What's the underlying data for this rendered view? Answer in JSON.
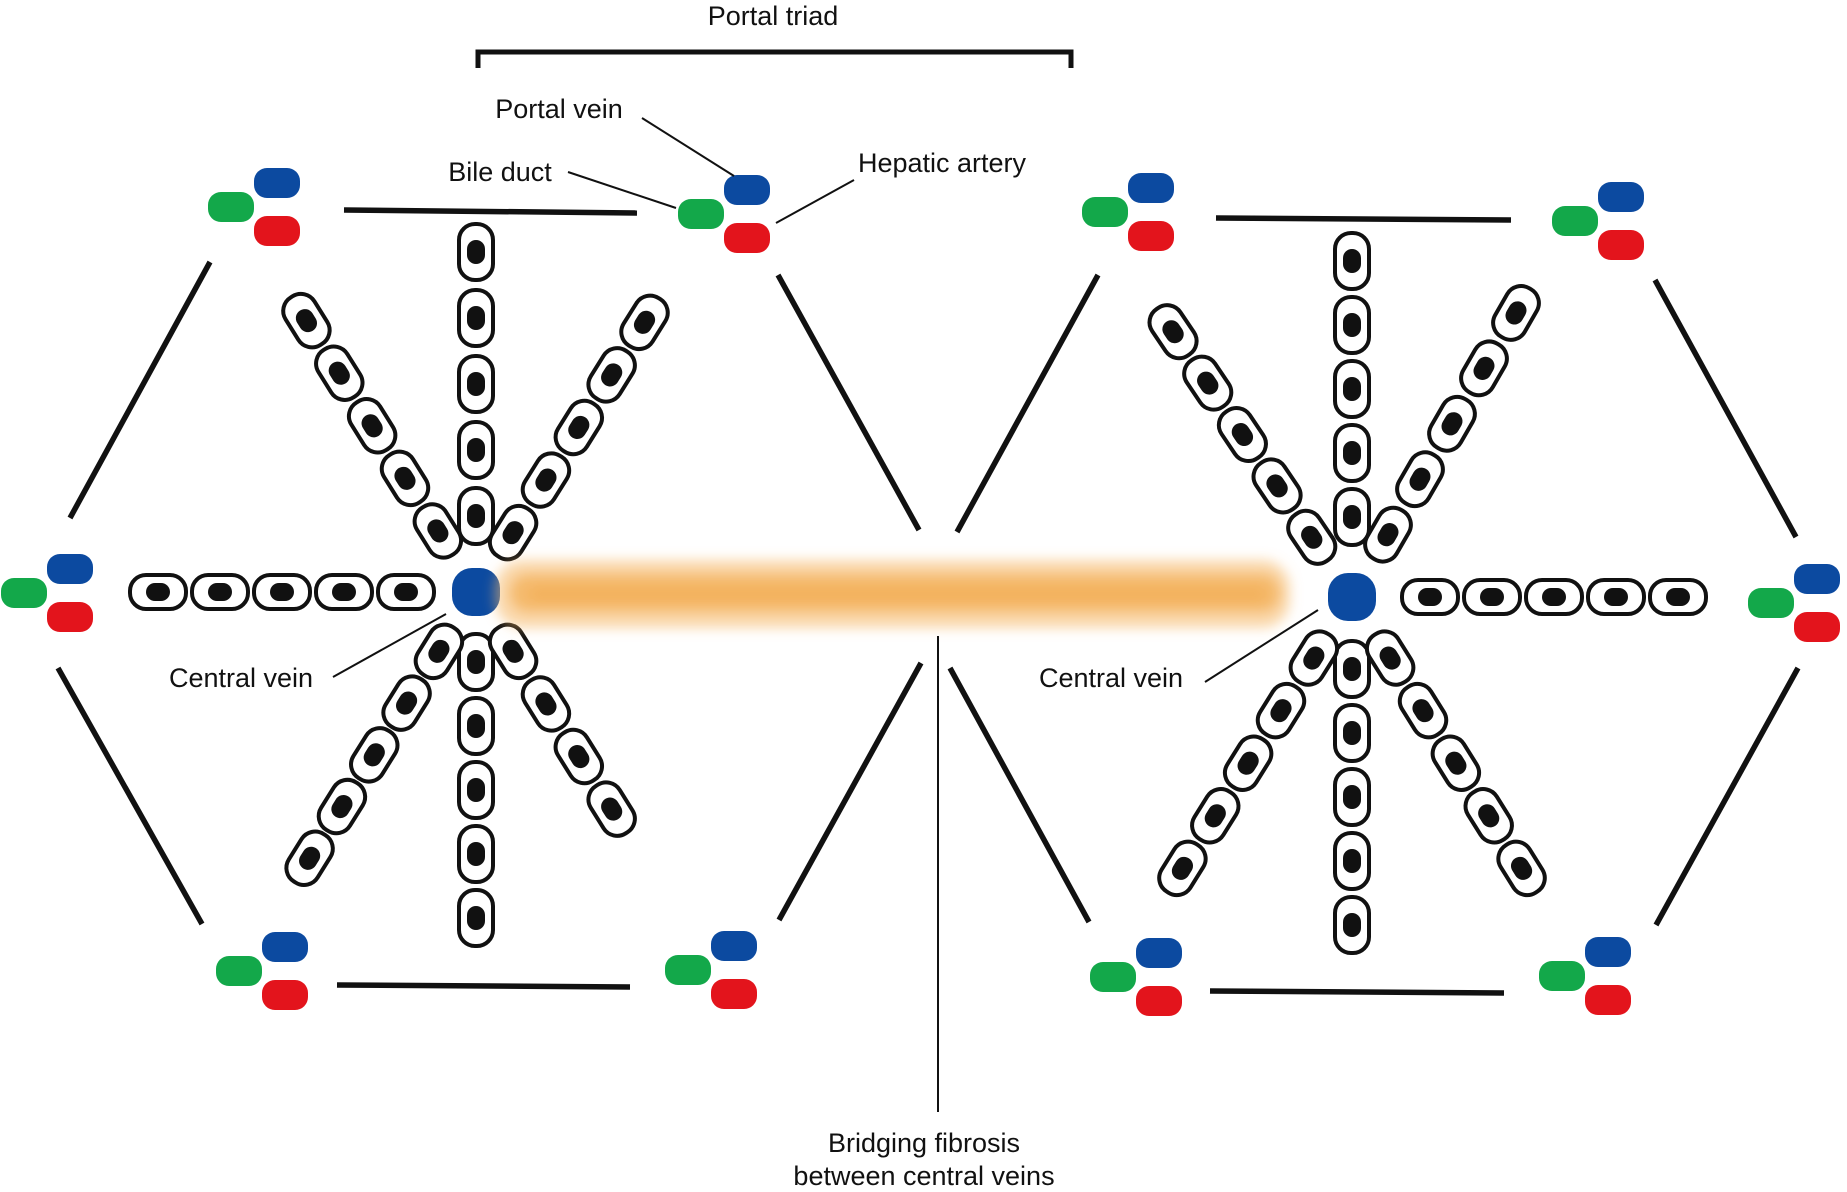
{
  "labels": {
    "portal_triad": "Portal triad",
    "portal_vein": "Portal vein",
    "bile_duct": "Bile duct",
    "hepatic_artery": "Hepatic artery",
    "central_vein_left": "Central vein",
    "central_vein_right": "Central vein",
    "bridging_line1": "Bridging fibrosis",
    "bridging_line2": "between central veins"
  },
  "colors": {
    "portal_vein": "#0c4aa0",
    "bile_duct": "#13a84a",
    "hepatic_artery": "#e3141c",
    "central_vein": "#0c4aa0",
    "fibrosis": "#f4a94a",
    "outline": "#111111"
  },
  "lobules": [
    {
      "name": "left-lobule"
    },
    {
      "name": "right-lobule"
    }
  ]
}
